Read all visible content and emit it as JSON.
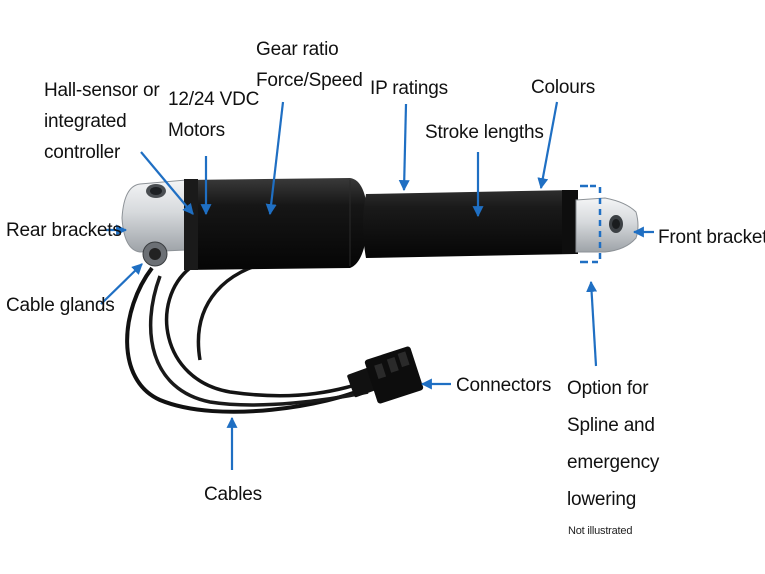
{
  "colors": {
    "accent": "#1f6fc3",
    "actuator_body": "#121212",
    "aluminium": "#d4d7da",
    "background": "#ffffff"
  },
  "labels": {
    "hall_sensor": [
      "Hall-sensor or",
      "integrated",
      "controller"
    ],
    "motors": [
      "12/24 VDC",
      "Motors"
    ],
    "gear_ratio": [
      "Gear ratio",
      "Force/Speed"
    ],
    "ip_ratings": "IP ratings",
    "colours": "Colours",
    "stroke_lengths": "Stroke lengths",
    "rear_brackets": "Rear brackets",
    "front_brackets": "Front brackets",
    "cable_glands": "Cable glands",
    "connectors": "Connectors",
    "cables": "Cables",
    "option_spline": [
      "Option for",
      "Spline and",
      "emergency",
      "lowering"
    ],
    "not_illustrated": "Not illustrated"
  }
}
